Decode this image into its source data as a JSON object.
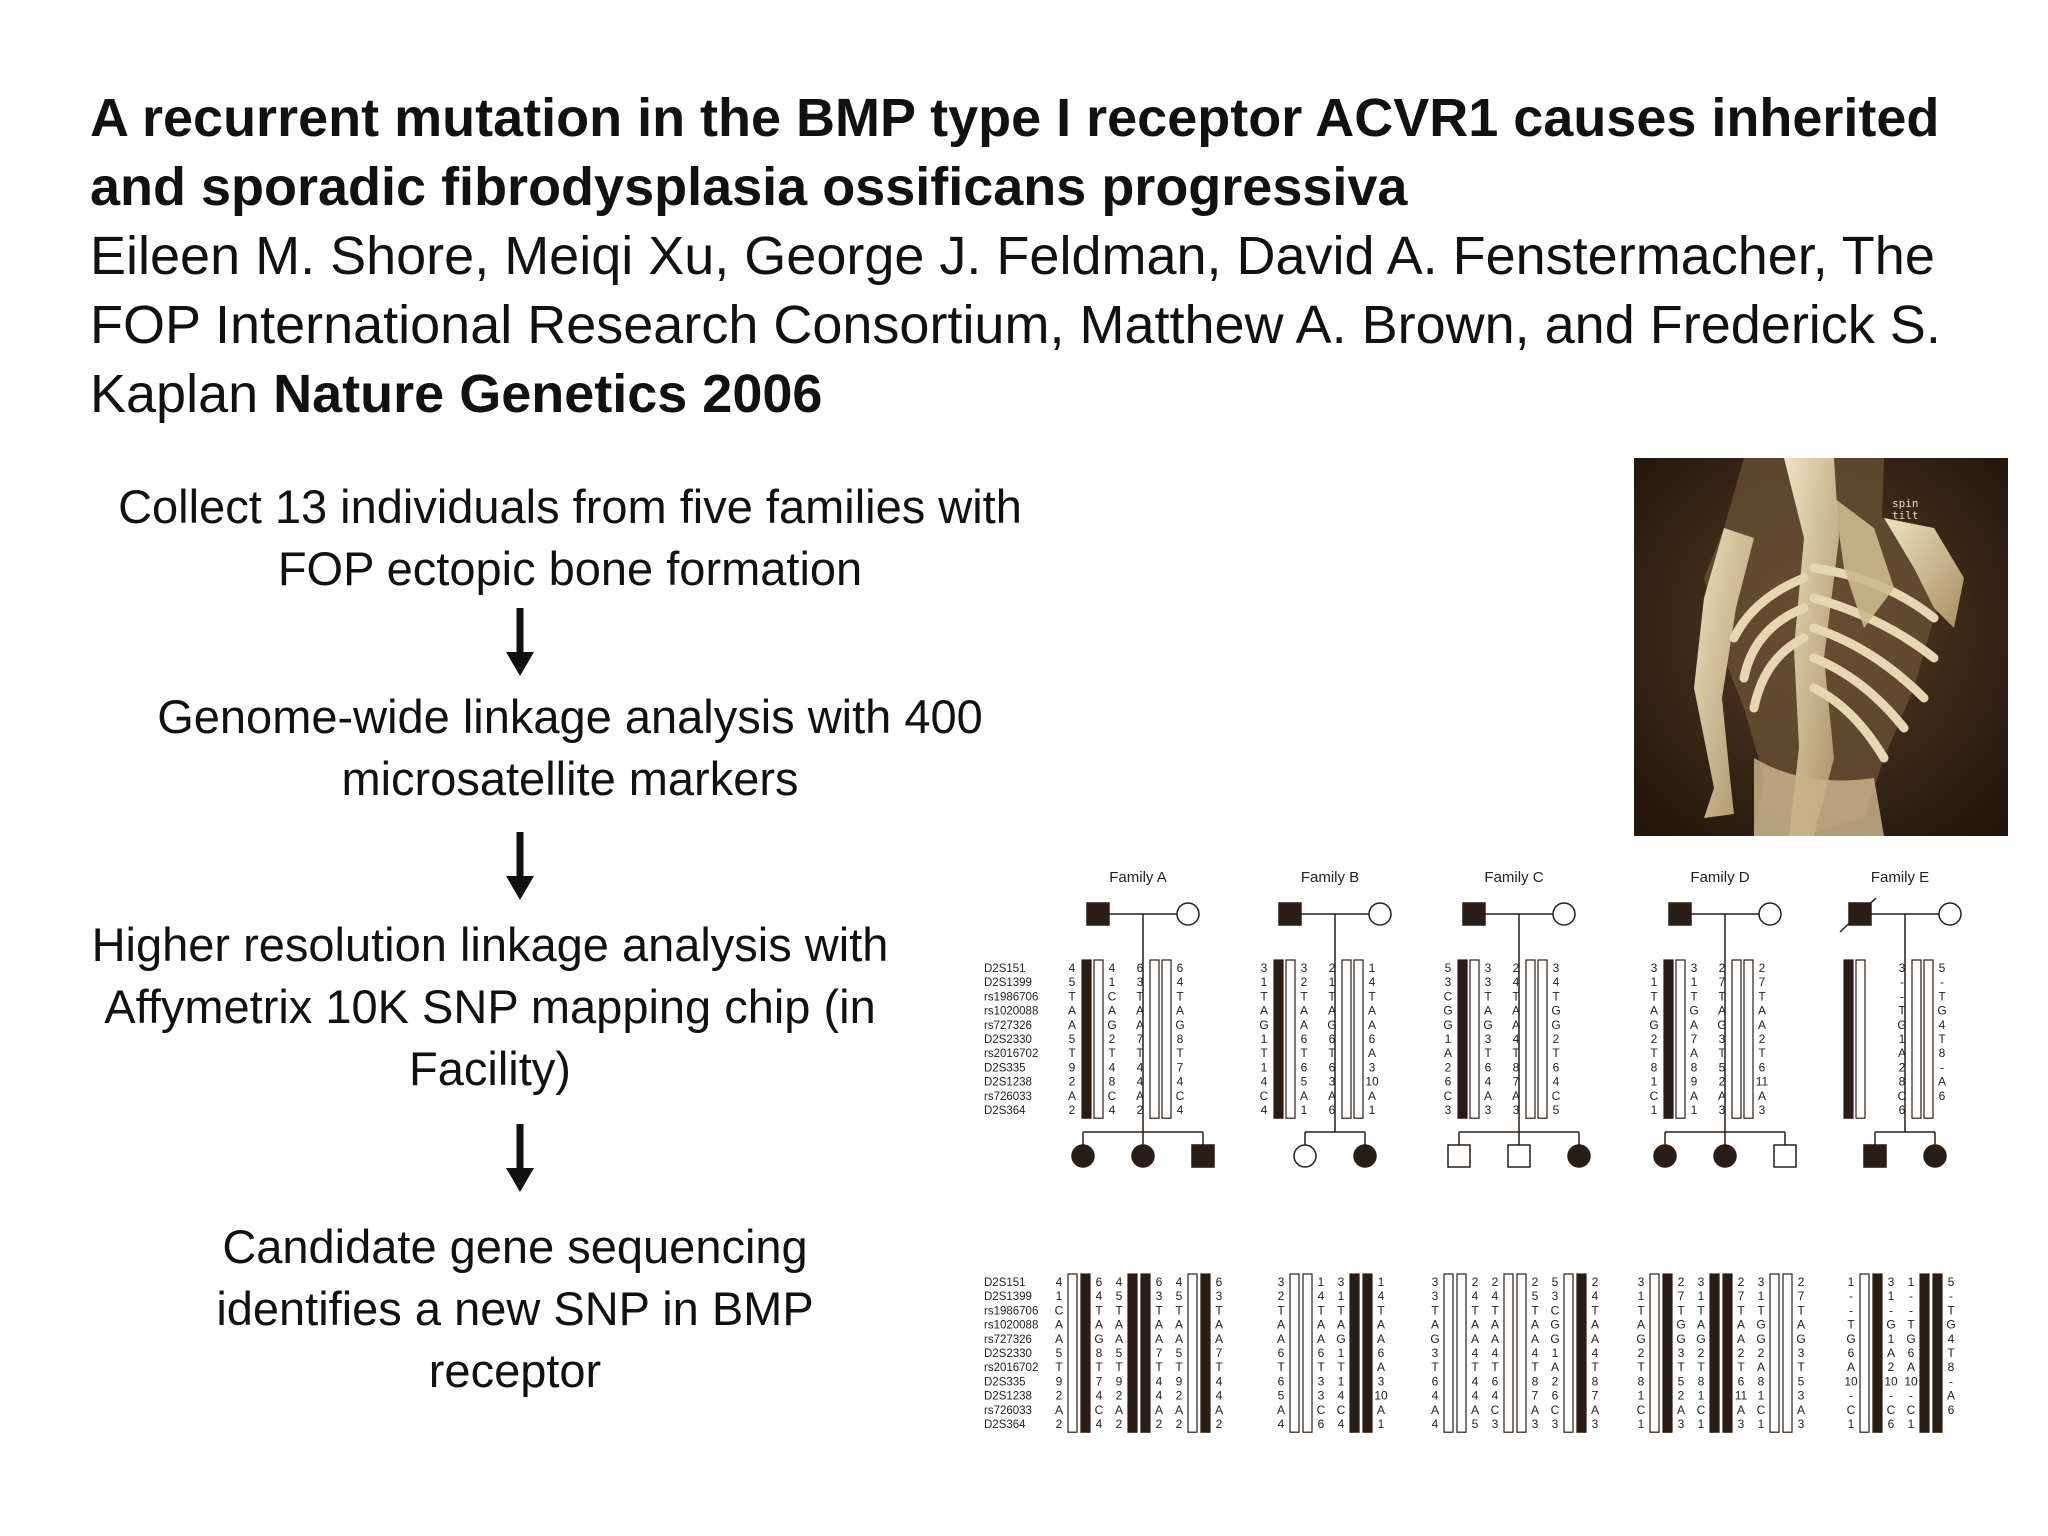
{
  "header": {
    "title": "A recurrent mutation in the BMP type I receptor ACVR1 causes inherited and sporadic fibrodysplasia ossificans progressiva",
    "authors": "Eileen M. Shore, Meiqi Xu, George J. Feldman, David A. Fenstermacher, The FOP International Research Consortium, Matthew A. Brown, and Frederick S. Kaplan ",
    "journal": "Nature Genetics 2006"
  },
  "flow": {
    "step1": "Collect 13 individuals from five families with FOP ectopic bone formation",
    "step2": "Genome-wide linkage analysis with 400 microsatellite markers",
    "step3": "Higher resolution linkage analysis with Affymetrix 10K SNP mapping chip (in Facility)",
    "step4": "Candidate gene sequencing identifies a new SNP in BMP receptor"
  },
  "ct_image": {
    "overlay_text": [
      "spin",
      "tilt"
    ],
    "colors": {
      "background": "#2b1a10",
      "bone": "#d8c7a0"
    }
  },
  "pedigree": {
    "markers": [
      "D2S151",
      "D2S1399",
      "rs1986706",
      "rs1020088",
      "rs727326",
      "D2S2330",
      "rs2016702",
      "D2S335",
      "D2S1238",
      "rs726033",
      "D2S364"
    ],
    "families": [
      {
        "name": "Family A",
        "parents_affected": [
          true,
          false
        ],
        "parent_haps": [
          [
            "4",
            "5",
            "T",
            "A",
            "A",
            "5",
            "T",
            "9",
            "2",
            "A",
            "2"
          ],
          [
            "4",
            "1",
            "C",
            "A",
            "G",
            "2",
            "T",
            "4",
            "8",
            "C",
            "4"
          ],
          [
            "6",
            "3",
            "T",
            "A",
            "A",
            "7",
            "T",
            "4",
            "4",
            "A",
            "2"
          ],
          [
            "6",
            "4",
            "T",
            "A",
            "G",
            "8",
            "T",
            "7",
            "4",
            "C",
            "4"
          ]
        ],
        "children": [
          {
            "sex": "female",
            "affected": true,
            "haps": [
              [
                "4",
                "1",
                "C",
                "A",
                "A",
                "5",
                "T",
                "9",
                "2",
                "A",
                "2"
              ],
              [
                "6",
                "4",
                "T",
                "A",
                "G",
                "8",
                "T",
                "7",
                "4",
                "C",
                "4"
              ]
            ]
          },
          {
            "sex": "female",
            "affected": true,
            "haps": [
              [
                "4",
                "5",
                "T",
                "A",
                "A",
                "5",
                "T",
                "9",
                "2",
                "A",
                "2"
              ],
              [
                "6",
                "3",
                "T",
                "A",
                "A",
                "7",
                "T",
                "4",
                "4",
                "A",
                "2"
              ]
            ]
          },
          {
            "sex": "male",
            "affected": true,
            "haps": [
              [
                "4",
                "5",
                "T",
                "A",
                "A",
                "5",
                "T",
                "9",
                "2",
                "A",
                "2"
              ],
              [
                "6",
                "3",
                "T",
                "A",
                "A",
                "7",
                "T",
                "4",
                "4",
                "A",
                "2"
              ]
            ]
          }
        ]
      },
      {
        "name": "Family B",
        "parents_affected": [
          true,
          false
        ],
        "parent_haps": [
          [
            "3",
            "1",
            "T",
            "A",
            "G",
            "1",
            "T",
            "1",
            "4",
            "C",
            "4"
          ],
          [
            "3",
            "2",
            "T",
            "A",
            "A",
            "6",
            "T",
            "6",
            "5",
            "A",
            "1"
          ],
          [
            "2",
            "1",
            "T",
            "A",
            "G",
            "6",
            "T",
            "6",
            "3",
            "A",
            "6"
          ],
          [
            "1",
            "4",
            "T",
            "A",
            "A",
            "6",
            "A",
            "3",
            "10",
            "A",
            "1"
          ]
        ],
        "children": [
          {
            "sex": "female",
            "affected": false,
            "haps": [
              [
                "3",
                "2",
                "T",
                "A",
                "A",
                "6",
                "T",
                "6",
                "5",
                "A",
                "4"
              ],
              [
                "1",
                "4",
                "T",
                "A",
                "A",
                "6",
                "T",
                "3",
                "3",
                "C",
                "6"
              ]
            ]
          },
          {
            "sex": "female",
            "affected": true,
            "haps": [
              [
                "3",
                "1",
                "T",
                "A",
                "G",
                "1",
                "T",
                "1",
                "4",
                "C",
                "4"
              ],
              [
                "1",
                "4",
                "T",
                "A",
                "A",
                "6",
                "A",
                "3",
                "10",
                "A",
                "1"
              ]
            ]
          }
        ]
      },
      {
        "name": "Family C",
        "parents_affected": [
          true,
          false
        ],
        "parent_haps": [
          [
            "5",
            "3",
            "C",
            "G",
            "G",
            "1",
            "A",
            "2",
            "6",
            "C",
            "3"
          ],
          [
            "3",
            "3",
            "T",
            "A",
            "G",
            "3",
            "T",
            "6",
            "4",
            "A",
            "3"
          ],
          [
            "2",
            "4",
            "T",
            "A",
            "A",
            "4",
            "T",
            "8",
            "7",
            "A",
            "3"
          ],
          [
            "3",
            "4",
            "T",
            "G",
            "G",
            "2",
            "T",
            "6",
            "4",
            "C",
            "5"
          ]
        ],
        "children": [
          {
            "sex": "male",
            "affected": false,
            "haps": [
              [
                "3",
                "3",
                "T",
                "A",
                "G",
                "3",
                "T",
                "6",
                "4",
                "A",
                "4"
              ],
              [
                "2",
                "4",
                "T",
                "A",
                "A",
                "4",
                "T",
                "4",
                "4",
                "A",
                "5"
              ]
            ]
          },
          {
            "sex": "male",
            "affected": false,
            "haps": [
              [
                "2",
                "4",
                "T",
                "A",
                "A",
                "4",
                "T",
                "6",
                "4",
                "C",
                "3"
              ],
              [
                "2",
                "5",
                "T",
                "A",
                "A",
                "4",
                "T",
                "8",
                "7",
                "A",
                "3"
              ]
            ]
          },
          {
            "sex": "female",
            "affected": true,
            "haps": [
              [
                "5",
                "3",
                "C",
                "G",
                "G",
                "1",
                "A",
                "2",
                "6",
                "C",
                "3"
              ],
              [
                "2",
                "4",
                "T",
                "A",
                "A",
                "4",
                "T",
                "8",
                "7",
                "A",
                "3"
              ]
            ]
          }
        ]
      },
      {
        "name": "Family D",
        "parents_affected": [
          true,
          false
        ],
        "parent_haps": [
          [
            "3",
            "1",
            "T",
            "A",
            "G",
            "2",
            "T",
            "8",
            "1",
            "C",
            "1"
          ],
          [
            "3",
            "1",
            "T",
            "G",
            "A",
            "7",
            "A",
            "8",
            "9",
            "A",
            "1"
          ],
          [
            "2",
            "7",
            "T",
            "A",
            "G",
            "3",
            "T",
            "5",
            "2",
            "A",
            "3"
          ],
          [
            "2",
            "7",
            "T",
            "A",
            "A",
            "2",
            "T",
            "6",
            "11",
            "A",
            "3"
          ]
        ],
        "children": [
          {
            "sex": "female",
            "affected": true,
            "haps": [
              [
                "3",
                "1",
                "T",
                "A",
                "G",
                "2",
                "T",
                "8",
                "1",
                "C",
                "1"
              ],
              [
                "2",
                "7",
                "T",
                "G",
                "G",
                "3",
                "T",
                "5",
                "2",
                "A",
                "3"
              ]
            ]
          },
          {
            "sex": "female",
            "affected": true,
            "haps": [
              [
                "3",
                "1",
                "T",
                "A",
                "G",
                "2",
                "T",
                "8",
                "1",
                "C",
                "1"
              ],
              [
                "2",
                "7",
                "T",
                "A",
                "A",
                "2",
                "T",
                "6",
                "11",
                "A",
                "3"
              ]
            ]
          },
          {
            "sex": "male",
            "affected": false,
            "haps": [
              [
                "3",
                "1",
                "T",
                "G",
                "G",
                "2",
                "A",
                "8",
                "1",
                "C",
                "1"
              ],
              [
                "2",
                "7",
                "T",
                "A",
                "G",
                "3",
                "T",
                "5",
                "3",
                "A",
                "3"
              ]
            ]
          }
        ]
      },
      {
        "name": "Family E",
        "parents_affected": [
          true,
          false
        ],
        "deceased_father": true,
        "parent_haps": [
          [
            "",
            "",
            "",
            "",
            "",
            "",
            "",
            "",
            "",
            "",
            ""
          ],
          [
            "",
            "",
            "",
            "",
            "",
            "",
            "",
            "",
            "",
            "",
            ""
          ],
          [
            "3",
            "-",
            "-",
            "T",
            "G",
            "1",
            "A",
            "2",
            "8",
            "C",
            "6"
          ],
          [
            "5",
            "-",
            "T",
            "G",
            "4",
            "T",
            "8",
            "-",
            "A",
            "6",
            ""
          ]
        ],
        "children": [
          {
            "sex": "male",
            "affected": true,
            "haps": [
              [
                "1",
                "-",
                "-",
                "T",
                "G",
                "6",
                "A",
                "10",
                "-",
                "C",
                "1"
              ],
              [
                "3",
                "1",
                "-",
                "G",
                "1",
                "A",
                "2",
                "10",
                "-",
                "C",
                "6"
              ]
            ]
          },
          {
            "sex": "female",
            "affected": true,
            "haps": [
              [
                "1",
                "-",
                "-",
                "T",
                "G",
                "6",
                "A",
                "10",
                "-",
                "C",
                "1"
              ],
              [
                "5",
                "-",
                "T",
                "G",
                "4",
                "T",
                "8",
                "-",
                "A",
                "6",
                ""
              ]
            ]
          }
        ]
      }
    ]
  }
}
